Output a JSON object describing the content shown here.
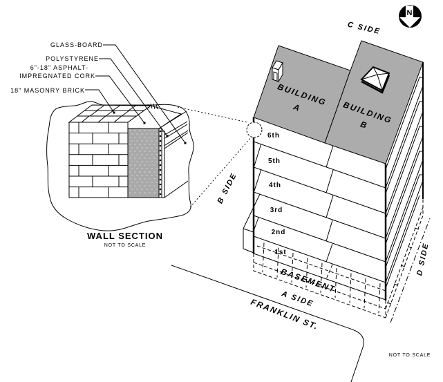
{
  "wall_section": {
    "title": "WALL SECTION",
    "scale_note": "NOT TO SCALE",
    "layer_labels": {
      "glass_board": "GLASS-BOARD",
      "polystyrene": "POLYSTYRENE",
      "asphalt_cork": [
        "6\"-18\" ASPHALT-",
        "IMPREGNATED CORK"
      ],
      "masonry_brick": "18\" MASONRY BRICK"
    }
  },
  "compass": {
    "label": "N",
    "icon": "north-arrow-icon"
  },
  "site_plan": {
    "sides": {
      "a": "A SIDE",
      "b": "B SIDE",
      "c": "C SIDE",
      "d": "D SIDE"
    },
    "buildings": [
      {
        "name_line1": "BUILDING",
        "name_line2": "A",
        "roof_feature_icon": "stair-penthouse-icon"
      },
      {
        "name_line1": "BUILDING",
        "name_line2": "B",
        "roof_feature_icon": "skylight-icon"
      }
    ],
    "floors": [
      "6th",
      "5th",
      "4th",
      "3rd",
      "2nd",
      "1st"
    ],
    "basement_label": "BASEMENT",
    "street_label": "FRANKLIN ST.",
    "scale_note": "NOT TO SCALE"
  },
  "colors": {
    "roof": "#acacac",
    "cork": "#a9a9a9",
    "ink": "#000000",
    "background": "#ffffff"
  }
}
